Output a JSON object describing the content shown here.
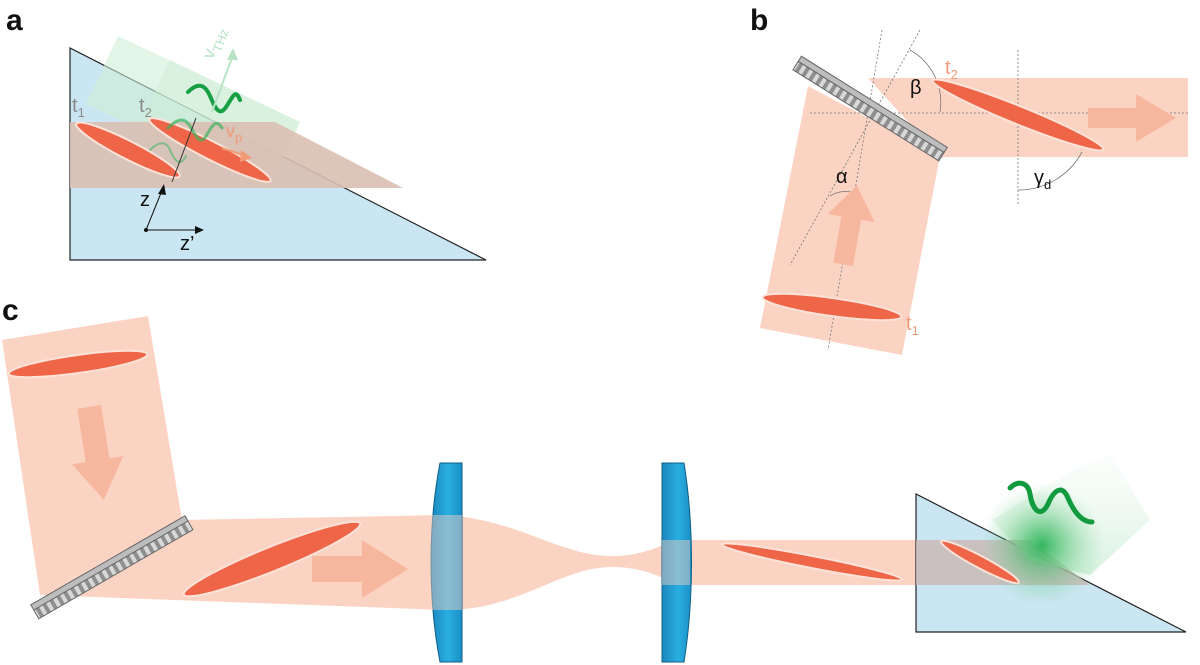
{
  "panels": {
    "a": {
      "letter": "a",
      "t1": "t",
      "t1_sub": "1",
      "t2": "t",
      "t2_sub": "2",
      "vthz": "v",
      "vthz_sub": "THz",
      "vp": "v",
      "vp_sub": "p",
      "z": "z",
      "zprime": "z’"
    },
    "b": {
      "letter": "b",
      "t1": "t",
      "t1_sub": "1",
      "t2": "t",
      "t2_sub": "2",
      "alpha": "α",
      "beta": "β",
      "gamma": "γ",
      "gamma_sub": "d"
    },
    "c": {
      "letter": "c"
    }
  },
  "colors": {
    "beam": "#fbd3c3",
    "pulse": "#ee6548",
    "crystal": "#cbe6f3",
    "thz": "#1ea34a",
    "lens": "#29a6d6",
    "grating": "#9a9a9a",
    "label_orange": "#f29a78"
  }
}
